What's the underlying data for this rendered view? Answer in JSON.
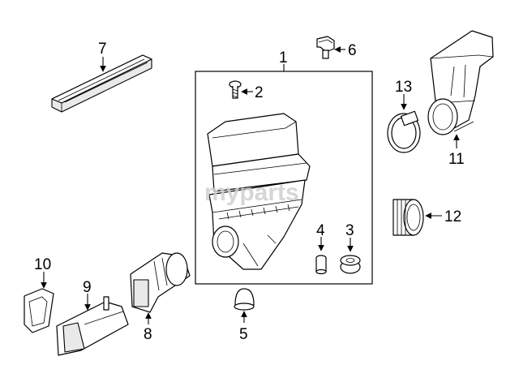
{
  "watermark": "myparts",
  "callouts": [
    {
      "id": "1",
      "label": "1"
    },
    {
      "id": "2",
      "label": "2"
    },
    {
      "id": "3",
      "label": "3"
    },
    {
      "id": "4",
      "label": "4"
    },
    {
      "id": "5",
      "label": "5"
    },
    {
      "id": "6",
      "label": "6"
    },
    {
      "id": "7",
      "label": "7"
    },
    {
      "id": "8",
      "label": "8"
    },
    {
      "id": "9",
      "label": "9"
    },
    {
      "id": "10",
      "label": "10"
    },
    {
      "id": "11",
      "label": "11"
    },
    {
      "id": "12",
      "label": "12"
    },
    {
      "id": "13",
      "label": "13"
    }
  ],
  "colors": {
    "line": "#000000",
    "background": "#ffffff",
    "watermark": "#cfcfcf"
  }
}
